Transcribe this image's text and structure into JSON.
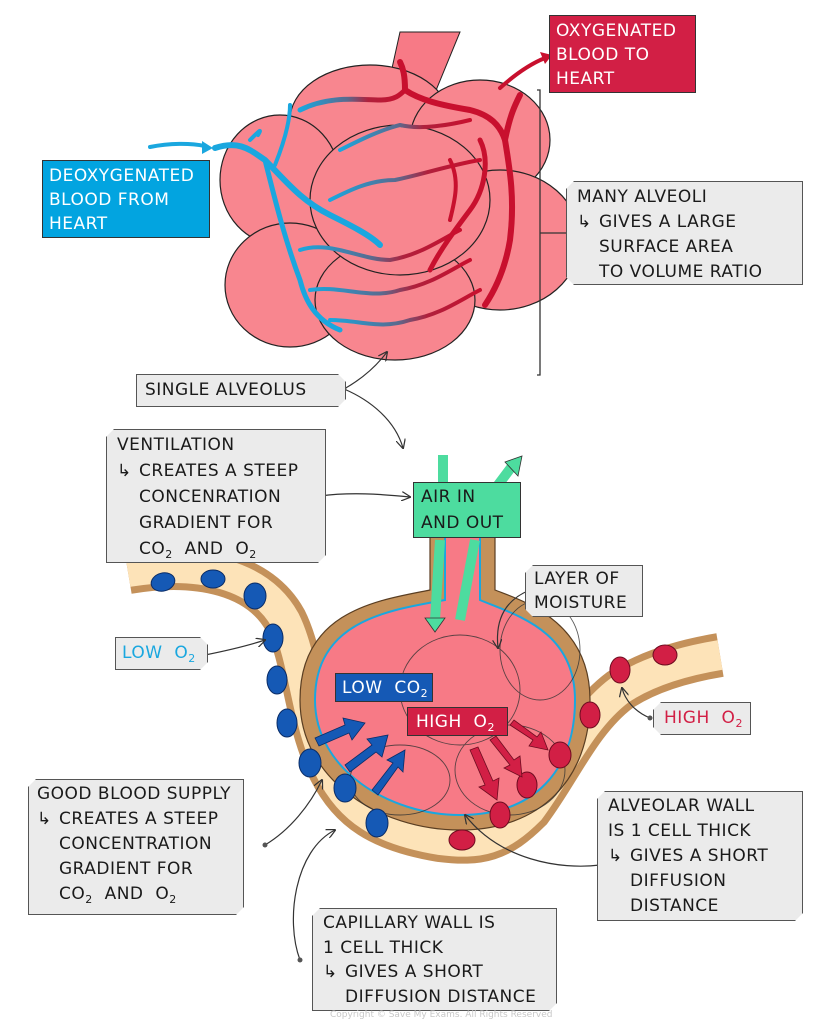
{
  "colors": {
    "deoxygenated": "#02a4e0",
    "oxygenated": "#d21f45",
    "alveolus_fill": "#f8828d",
    "air_box": "#4ddc9f",
    "capillary_wall": "#c4915a",
    "plasma": "#fde3b8",
    "rbc_blue": "#1559b5",
    "rbc_red": "#d21f45",
    "moisture": "#1aa7df",
    "label_grey": "#ebebeb"
  },
  "labels": {
    "deoxygenated": [
      "DEOXYGENATED",
      "BLOOD  FROM",
      "HEART"
    ],
    "oxygenated": [
      "OXYGENATED",
      "BLOOD  TO",
      "HEART"
    ],
    "many_alveoli": {
      "title": "MANY  ALVEOLI",
      "lines": [
        "GIVES  A  LARGE",
        "SURFACE  AREA",
        "TO  VOLUME  RATIO"
      ]
    },
    "single_alveolus": "SINGLE  ALVEOLUS",
    "ventilation": {
      "title": "VENTILATION",
      "lines": [
        "CREATES A STEEP",
        "CONCENRATION",
        "GRADIENT  FOR"
      ],
      "gases": {
        "co": "CO",
        "sub": "2",
        "and": "  AND  ",
        "o": "O",
        "osub": "2"
      }
    },
    "air_in_out": [
      "AIR  IN",
      "AND  OUT"
    ],
    "layer_moisture": [
      "LAYER  OF",
      "MOISTURE"
    ],
    "low_o2": {
      "text": "LOW  O",
      "sub": "2"
    },
    "low_co2": {
      "text": "LOW  CO",
      "sub": "2"
    },
    "high_o2_inner": {
      "text": "HIGH  O",
      "sub": "2"
    },
    "high_o2_outer": {
      "text": "HIGH  O",
      "sub": "2"
    },
    "good_blood_supply": {
      "title": "GOOD  BLOOD  SUPPLY",
      "lines": [
        "CREATES A STEEP",
        "CONCENTRATION",
        "GRADIENT  FOR"
      ],
      "gases": {
        "co": "CO",
        "sub": "2",
        "and": "  AND  ",
        "o": "O",
        "osub": "2"
      }
    },
    "alveolar_wall": {
      "title": [
        "ALVEOLAR  WALL",
        "IS 1  CELL  THICK"
      ],
      "lines": [
        "GIVES  A  SHORT",
        "DIFFUSION",
        "DISTANCE"
      ]
    },
    "capillary_wall": {
      "title": [
        "CAPILLARY  WALL  IS",
        "1 CELL  THICK"
      ],
      "lines": [
        "GIVES  A  SHORT",
        "DIFFUSION  DISTANCE"
      ]
    },
    "hook_arrow": "↳",
    "copyright": "Copyright © Save My Exams. All Rights Reserved"
  }
}
